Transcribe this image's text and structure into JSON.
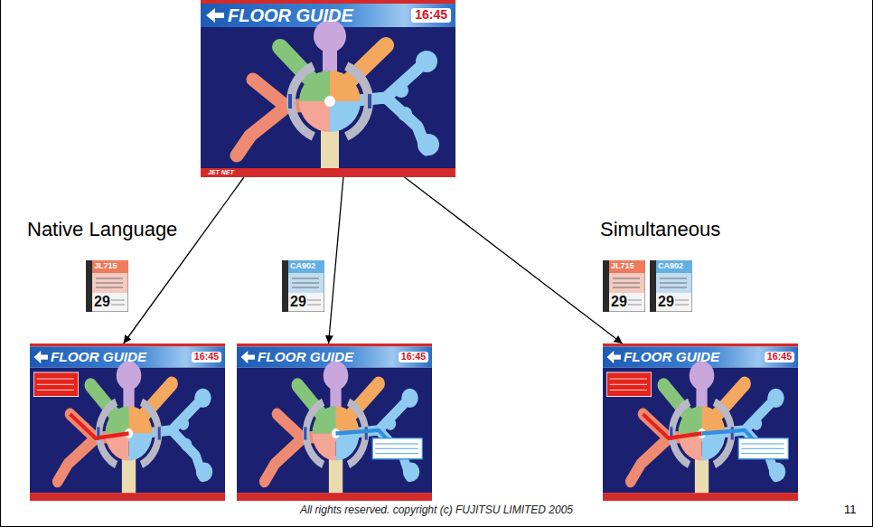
{
  "diagram": {
    "nodes": [
      {
        "text": [
          "FLOOR GUIDE",
          "16:45",
          "JET NET"
        ]
      },
      {
        "text": [
          "JL715",
          "29"
        ]
      },
      {
        "text": [
          "CA902",
          "29"
        ]
      },
      {
        "text": [
          "JL715",
          "29"
        ]
      },
      {
        "text": [
          "CA902",
          "29"
        ]
      },
      {
        "text": [
          "FLOOR GUIDE",
          "16:45"
        ]
      },
      {
        "text": [
          "FLOOR GUIDE",
          "16:45"
        ]
      },
      {
        "text": [
          "FLOOR GUIDE",
          "16:45"
        ]
      }
    ],
    "edges": [
      {
        "from": 0,
        "to": 5,
        "arrow": "to"
      },
      {
        "from": 0,
        "to": 6,
        "arrow": "to"
      },
      {
        "from": 0,
        "to": 7,
        "arrow": "to"
      }
    ],
    "labels": [
      "Native Language",
      "Simultaneous",
      "All rights reserved. copyright (c) FUJITSU LIMITED 2005",
      "11"
    ]
  }
}
